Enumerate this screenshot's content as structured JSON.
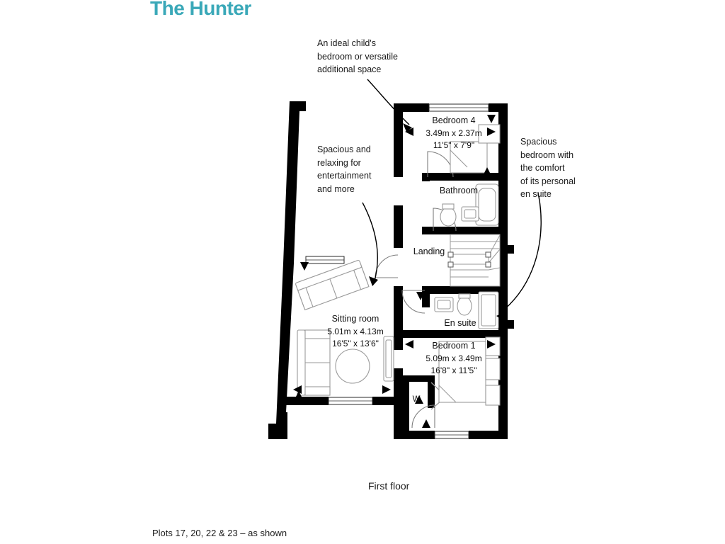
{
  "title": "The Hunter",
  "annotations": {
    "child_bedroom": "An ideal child's\nbedroom or versatile\nadditional space",
    "sitting": "Spacious and\nrelaxing for\nentertainment\nand more",
    "ensuite": "Spacious\nbedroom with\nthe comfort\nof its personal\nen suite"
  },
  "rooms": {
    "bedroom4": {
      "name": "Bedroom 4",
      "metric": "3.49m x 2.37m",
      "imperial": "11'5\" x 7'9\""
    },
    "bathroom": {
      "name": "Bathroom"
    },
    "landing": {
      "name": "Landing"
    },
    "ensuite": {
      "name": "En suite"
    },
    "bedroom1": {
      "name": "Bedroom 1",
      "metric": "5.09m x 3.49m",
      "imperial": "16'8\" x 11'5\""
    },
    "sitting_room": {
      "name": "Sitting room",
      "metric": "5.01m x 4.13m",
      "imperial": "16'5\" x 13'6\""
    },
    "wardrobe": {
      "name": "W"
    }
  },
  "captions": {
    "floor": "First floor",
    "plots": "Plots 17, 20, 22 & 23 – as shown"
  },
  "colors": {
    "title": "#3aa8b8",
    "wall": "#000000",
    "furniture": "#9a9a9a",
    "text": "#1a1a1a"
  }
}
